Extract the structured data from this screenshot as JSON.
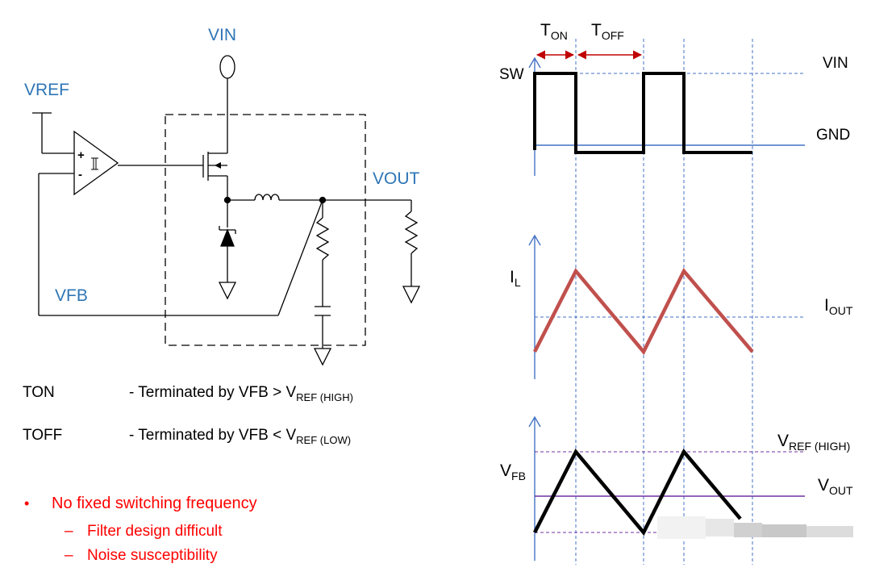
{
  "labels": {
    "vin": "VIN",
    "vref": "VREF",
    "vout": "VOUT",
    "vfb": "VFB",
    "plus": "+",
    "minus": "-"
  },
  "descriptions": {
    "ton_name": "TON",
    "ton_text": "- Terminated by VFB > V",
    "ton_sub": "REF (HIGH)",
    "toff_name": "TOFF",
    "toff_text": "- Terminated by VFB < V",
    "toff_sub": "REF (LOW)"
  },
  "bullets": {
    "main": "No fixed switching frequency",
    "dash": "–",
    "bullet_mark": "•",
    "sub1": "Filter design difficult",
    "sub2": "Noise susceptibility"
  },
  "waveforms": {
    "ton_main": "T",
    "ton_sub": "ON",
    "toff_main": "T",
    "toff_sub": "OFF",
    "sw": "SW",
    "vin": "VIN",
    "gnd": "GND",
    "il_main": "I",
    "il_sub": "L",
    "iout_main": "I",
    "iout_sub": "OUT",
    "vfb_main": "V",
    "vfb_sub": "FB",
    "vrefh_main": "V",
    "vrefh_sub": "REF (HIGH)",
    "vout_main": "V",
    "vout_sub": "OUT"
  },
  "colors": {
    "label_blue": "#2e75b6",
    "bullet_red": "#ff0000",
    "dashed_blue": "#4472c4",
    "current_red": "#c0504d",
    "vout_purple": "#7030a0"
  }
}
